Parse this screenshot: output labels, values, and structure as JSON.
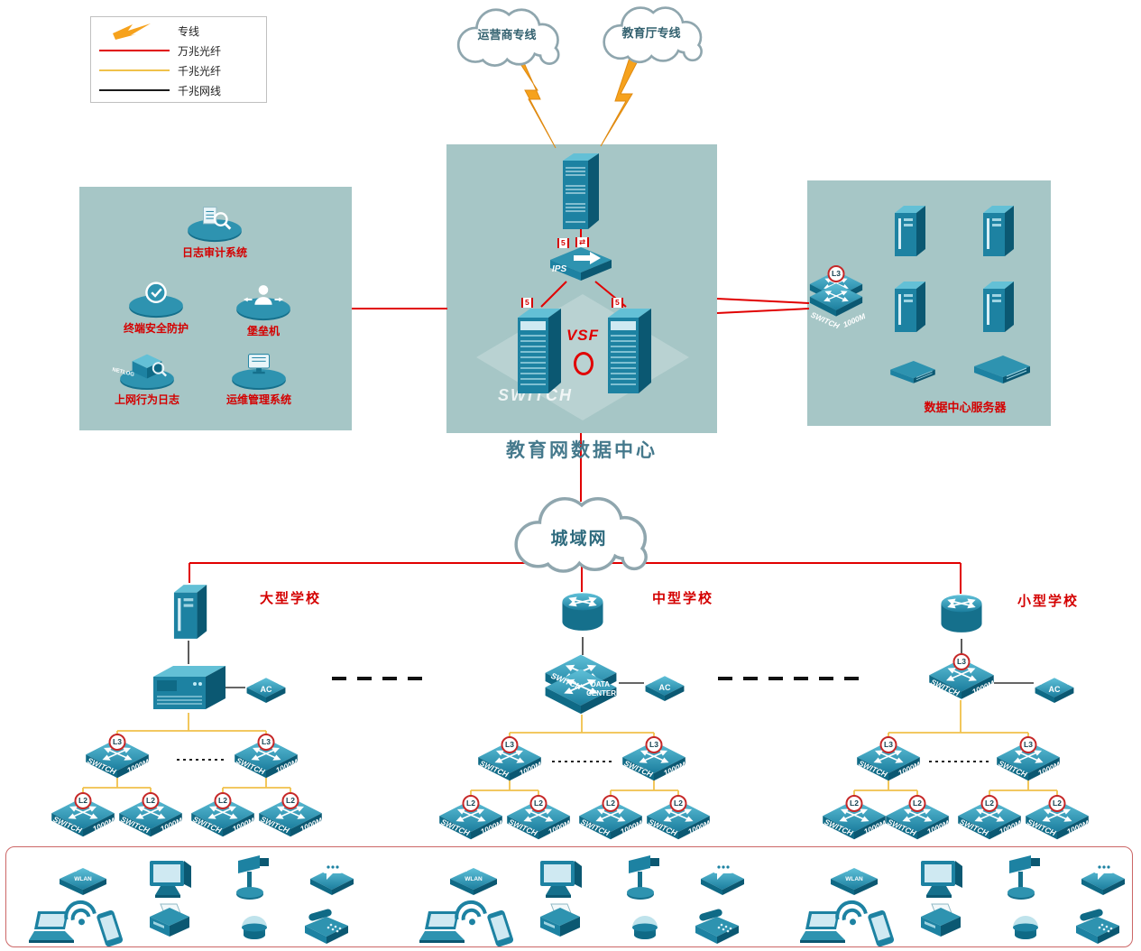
{
  "legend": {
    "items": [
      {
        "label": "专线"
      },
      {
        "label": "万兆光纤"
      },
      {
        "label": "千兆光纤"
      },
      {
        "label": "千兆网线"
      }
    ]
  },
  "clouds": {
    "carrier": "运营商专线",
    "education": "教育厅专线",
    "man": "城域网"
  },
  "center": {
    "title": "教育网数据中心",
    "vsf": "VSF",
    "ips": "IPS",
    "chip_num": "5",
    "chip_arrow": "⇄",
    "watermark": "SWITCH"
  },
  "left_panel": {
    "items": [
      {
        "label": "日志审计系统"
      },
      {
        "label": "终端安全防护"
      },
      {
        "label": "堡垒机"
      },
      {
        "label": "上网行为日志"
      },
      {
        "label": "运维管理系统"
      }
    ],
    "netlog": "NETLOG"
  },
  "right_panel": {
    "title": "数据中心服务器"
  },
  "schools": {
    "large": "大型学校",
    "medium": "中型学校",
    "small": "小型学校"
  },
  "labels": {
    "switch": "SWITCH",
    "speed": "1000M",
    "l3": "L3",
    "l2": "L2",
    "ac": "AC",
    "wlan": "WLAN",
    "data": "DATA",
    "center": "CENTER"
  }
}
